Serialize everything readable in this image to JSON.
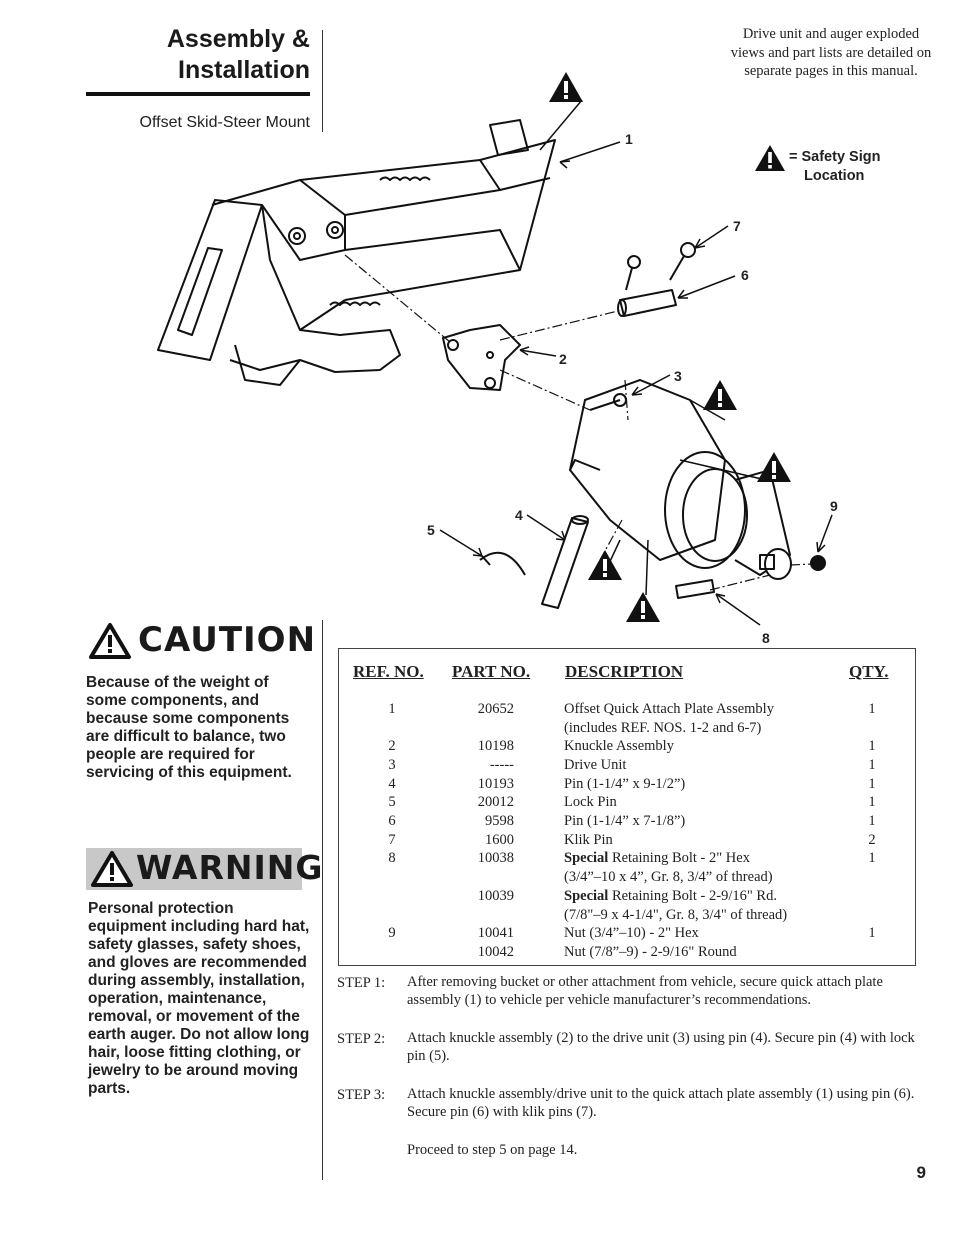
{
  "header": {
    "title_line1": "Assembly &",
    "title_line2": "Installation",
    "subtitle": "Offset Skid-Steer Mount"
  },
  "note": "Drive unit and auger exploded views and part lists are detailed on separate pages in this manual.",
  "safety_key": {
    "icon": "warning-triangle-icon",
    "line1": "= Safety Sign",
    "line2": "Location"
  },
  "callouts": [
    "1",
    "2",
    "3",
    "4",
    "5",
    "6",
    "7",
    "8",
    "9"
  ],
  "caution": {
    "label": "CAUTION",
    "text": "Because of the weight of some components, and because some components are difficult to balance, two people are required for servicing of this equipment."
  },
  "warning": {
    "label": "WARNING",
    "text": "Personal protection equipment including hard hat, safety glasses, safety shoes, and gloves are recommended during assembly, installation, operation, maintenance, removal, or movement of the earth auger. Do not allow long hair, loose fitting clothing, or jewelry to be around moving parts."
  },
  "parts_table": {
    "headers": {
      "ref": "REF. NO.",
      "part": "PART NO.",
      "desc": "DESCRIPTION",
      "qty": "QTY."
    },
    "rows": [
      {
        "ref": "1",
        "part": "20652",
        "desc1": "Offset Quick Attach Plate Assembly",
        "desc2": "(includes REF. NOS. 1-2 and 6-7)",
        "qty": "1"
      },
      {
        "ref": "2",
        "part": "10198",
        "desc1": "Knuckle Assembly",
        "qty": "1"
      },
      {
        "ref": "3",
        "part": "-----",
        "desc1": "Drive Unit",
        "qty": "1"
      },
      {
        "ref": "4",
        "part": "10193",
        "desc1": "Pin (1-1/4” x 9-1/2”)",
        "qty": "1"
      },
      {
        "ref": "5",
        "part": "20012",
        "desc1": "Lock Pin",
        "qty": "1"
      },
      {
        "ref": "6",
        "part": "9598",
        "desc1": "Pin (1-1/4” x 7-1/8”)",
        "qty": "1"
      },
      {
        "ref": "7",
        "part": "1600",
        "desc1": "Klik Pin",
        "qty": "2"
      },
      {
        "ref": "8",
        "part": "10038",
        "desc_bold": "Special",
        "desc1": " Retaining Bolt - 2\" Hex",
        "desc2": "(3/4”–10 x 4”, Gr. 8, 3/4” of thread)",
        "qty": "1"
      },
      {
        "ref": "",
        "part": "10039",
        "desc_bold": "Special",
        "desc1": " Retaining Bolt - 2-9/16\" Rd.",
        "desc2": "(7/8\"–9 x 4-1/4\", Gr. 8, 3/4\" of thread)",
        "qty": ""
      },
      {
        "ref": "9",
        "part": "10041",
        "desc1": "Nut (3/4”–10) - 2\" Hex",
        "qty": "1"
      },
      {
        "ref": "",
        "part": "10042",
        "desc1": "Nut (7/8”–9) - 2-9/16\" Round",
        "qty": ""
      }
    ]
  },
  "steps": [
    {
      "label": "STEP 1:",
      "text": "After removing bucket or other attachment from vehicle, secure quick attach plate assembly (1) to vehicle per vehicle manufacturer’s recommendations."
    },
    {
      "label": "STEP 2:",
      "text": "Attach knuckle assembly (2) to the drive unit (3) using pin (4). Secure pin (4) with lock pin (5)."
    },
    {
      "label": "STEP 3:",
      "text": "Attach knuckle assembly/drive unit to the quick attach plate assembly (1) using pin (6).  Secure pin (6) with klik pins (7)."
    }
  ],
  "proceed": "Proceed to step 5 on page 14.",
  "page_number": "9"
}
